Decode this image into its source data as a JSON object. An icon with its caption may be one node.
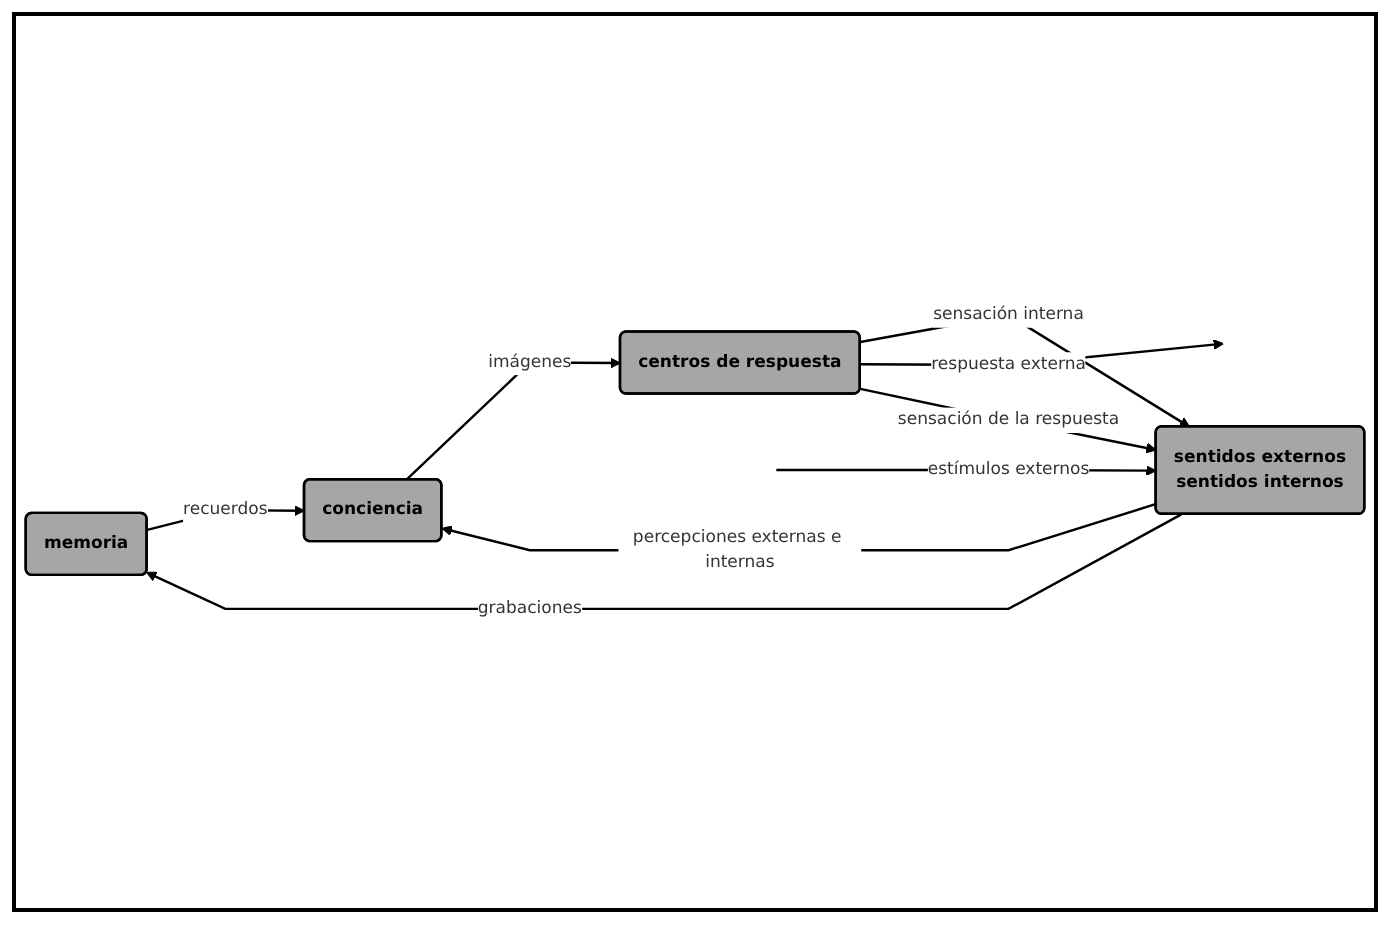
{
  "diagram": {
    "nodes": [
      {
        "text": [
          "memoria"
        ]
      },
      {
        "text": [
          "sentidos externos",
          "sentidos internos"
        ]
      },
      {
        "text": [
          "conciencia"
        ]
      },
      {
        "text": [
          "centros de respuesta"
        ]
      }
    ],
    "edges": [
      {
        "from": null,
        "to": 1,
        "arrow": "to",
        "label": "estímulos externos"
      },
      {
        "from": 1,
        "to": 0,
        "arrow": "to",
        "label": "grabaciones"
      },
      {
        "from": 0,
        "to": 2,
        "arrow": "to",
        "label": "recuerdos"
      },
      {
        "from": 1,
        "to": 2,
        "arrow": "to",
        "label": "percepciones externas e internas"
      },
      {
        "from": 2,
        "to": 3,
        "arrow": "to",
        "label": "imágenes"
      },
      {
        "from": 3,
        "to": 1,
        "arrow": "to",
        "label": "sensación interna"
      },
      {
        "from": 3,
        "to": null,
        "arrow": "to",
        "label": "respuesta externa"
      },
      {
        "from": 3,
        "to": 1,
        "arrow": "to",
        "label": "sensación de la respuesta"
      }
    ]
  }
}
